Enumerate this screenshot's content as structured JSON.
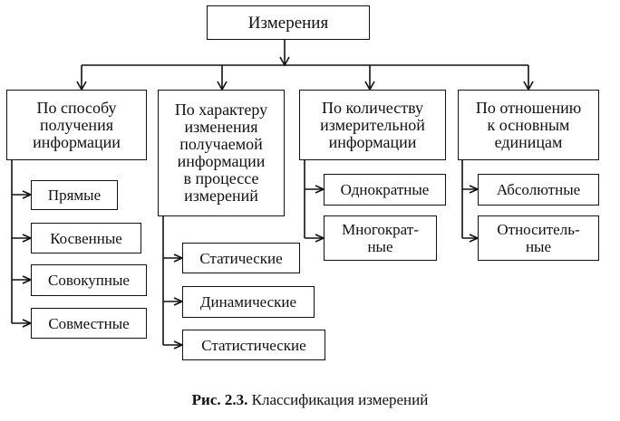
{
  "root": {
    "label": "Измерения"
  },
  "categories": [
    {
      "label": "По способу\nполучения\nинформации",
      "items": [
        "Прямые",
        "Косвенные",
        "Совокупные",
        "Совместные"
      ]
    },
    {
      "label": "По характеру\nизменения\nполучаемой\nинформации\nв процессе\nизмерений",
      "items": [
        "Статические",
        "Динамические",
        "Статистические"
      ]
    },
    {
      "label": "По количеству\nизмерительной\nинформации",
      "items": [
        "Однократные",
        "Многократ-\nные"
      ]
    },
    {
      "label": "По отношению\nк основным\nединицам",
      "items": [
        "Абсолютные",
        "Относитель-\nные"
      ]
    }
  ],
  "caption": {
    "number": "Рис. 2.3.",
    "text": "Классификация измерений"
  }
}
